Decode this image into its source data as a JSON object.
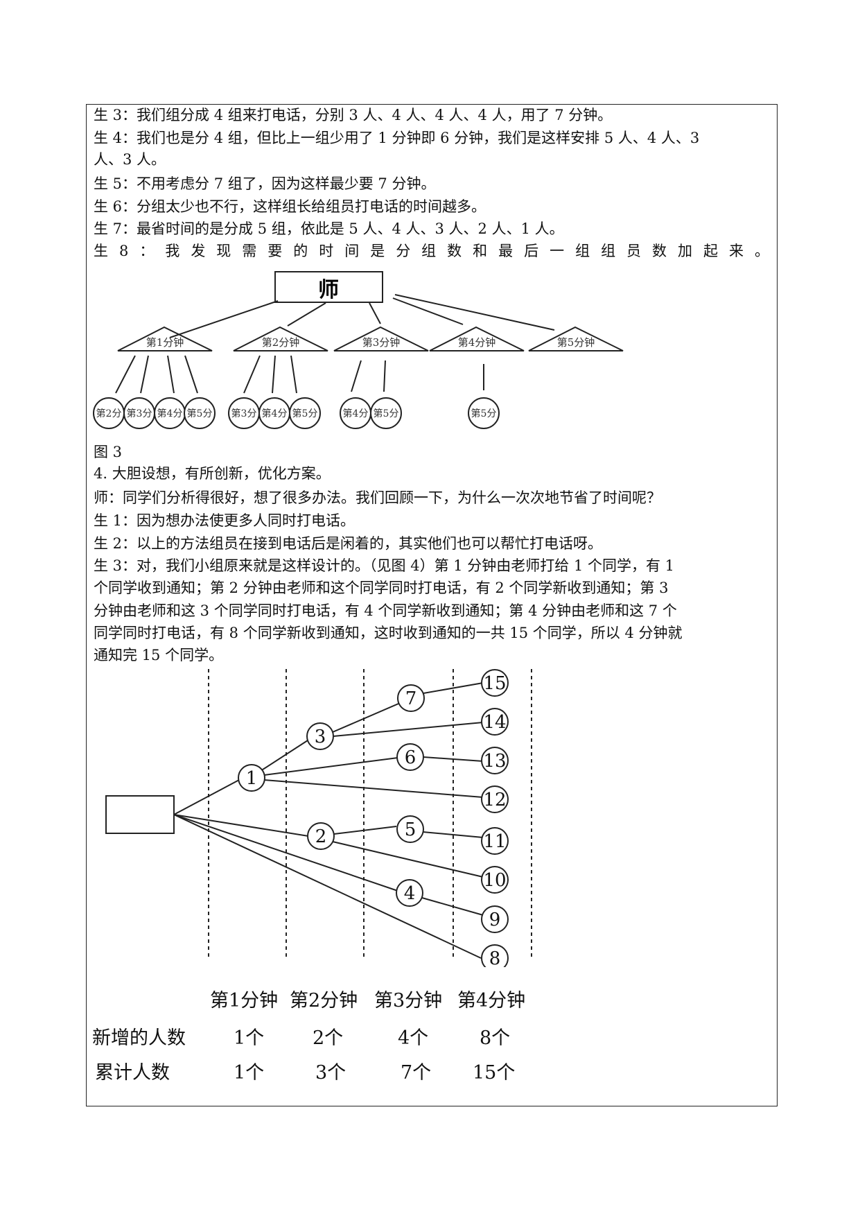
{
  "paragraphs_top": [
    "生 3：我们组分成 4 组来打电话，分别 3 人、4 人、4 人、4 人，用了 7 分钟。",
    "生 4：我们也是分 4 组，但比上一组少用了 1 分钟即 6 分钟，我们是这样安排 5 人、4 人、3",
    "人、3 人。",
    "生 5：不用考虑分 7 组了，因为这样最少要 7 分钟。",
    "生 6：分组太少也不行，这样组长给组员打电话的时间越多。",
    "生 7：最省时间的是分成 5 组，依此是 5 人、4 人、3 人、2 人、1 人。"
  ],
  "spaced_line": [
    "生",
    "8",
    "：",
    "我",
    "发",
    "现",
    "需",
    "要",
    "的",
    "时",
    "间",
    "是",
    "分",
    "组",
    "数",
    "和",
    "最",
    "后",
    "一",
    "组",
    "组",
    "员",
    "数",
    "加",
    "起",
    "来",
    "。"
  ],
  "figure3": {
    "teacher": "师",
    "groups": [
      {
        "label": "第1分钟",
        "members": [
          "第2分",
          "第3分",
          "第4分",
          "第5分"
        ]
      },
      {
        "label": "第2分钟",
        "members": [
          "第3分",
          "第4分",
          "第5分"
        ]
      },
      {
        "label": "第3分钟",
        "members": [
          "第4分",
          "第5分"
        ]
      },
      {
        "label": "第4分钟",
        "members": [
          "第5分"
        ]
      },
      {
        "label": "第5分钟",
        "members": []
      }
    ],
    "caption": "图 3"
  },
  "paragraphs_mid": [
    "4. 大胆设想，有所创新，优化方案。",
    "师：同学们分析得很好，想了很多办法。我们回顾一下，为什么一次次地节省了时间呢？",
    "生 1：因为想办法使更多人同时打电话。",
    "生 2：以上的方法组员在接到电话后是闲着的，其实他们也可以帮忙打电话呀。",
    "生 3：对，我们小组原来就是这样设计的。（见图 4）第 1 分钟由老师打给 1 个同学，有 1",
    "个同学收到通知；第 2 分钟由老师和这个同学同时打电话，有 2 个同学新收到通知；第 3",
    "分钟由老师和这 3 个同学同时打电话，有 4 个同学新收到通知；第 4 分钟由老师和这 7 个",
    "同学同时打电话，有 8 个同学新收到通知，这时收到通知的一共 15 个同学，所以 4 分钟就",
    "通知完 15 个同学。"
  ],
  "figure4": {
    "nodes": [
      "1",
      "2",
      "3",
      "4",
      "5",
      "6",
      "7",
      "8",
      "9",
      "10",
      "11",
      "12",
      "13",
      "14",
      "15"
    ],
    "minutes": [
      "第1分钟",
      "第2分钟",
      "第3分钟",
      "第4分钟"
    ],
    "rows": [
      {
        "label": "新增的人数",
        "values": [
          "1个",
          "2个",
          "4个",
          "8个"
        ]
      },
      {
        "label": "累计人数",
        "values": [
          "1个",
          "3个",
          "7个",
          "15个"
        ]
      }
    ]
  }
}
